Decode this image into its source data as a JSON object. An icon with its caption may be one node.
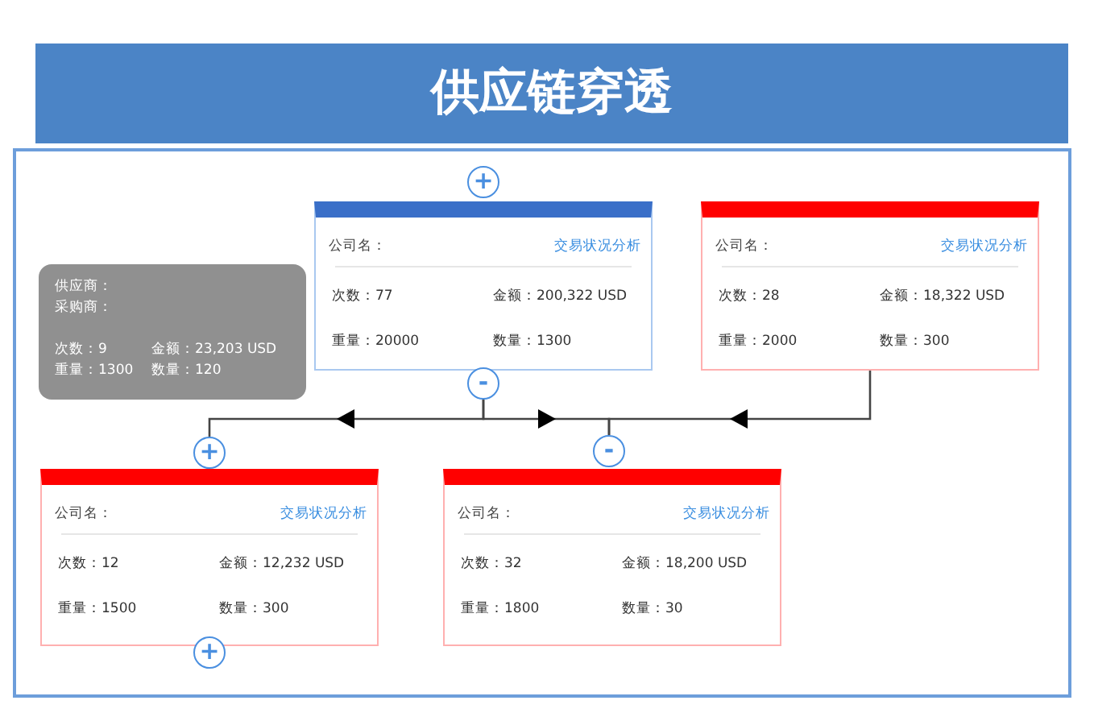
{
  "diagram": {
    "title": "供应链穿透",
    "nodes": [
      {
        "text": [
          "+"
        ]
      },
      {
        "text": [
          "公司名：",
          "交易状况分析",
          "次数：77",
          "金额：200,322 USD",
          "重量：20000",
          "数量：1300"
        ]
      },
      {
        "text": [
          "公司名：",
          "交易状况分析",
          "次数：28",
          "金额：18,322 USD",
          "重量：2000",
          "数量：300"
        ]
      },
      {
        "text": [
          "供应商：",
          "采购商：",
          "次数：9",
          "金额：23,203 USD",
          "重量：1300",
          "数量：120"
        ]
      },
      {
        "text": [
          "-"
        ]
      },
      {
        "text": [
          "+"
        ]
      },
      {
        "text": [
          "-"
        ]
      },
      {
        "text": [
          "公司名：",
          "交易状况分析",
          "次数：12",
          "金额：12,232 USD",
          "重量：1500",
          "数量：300"
        ]
      },
      {
        "text": [
          "公司名：",
          "交易状况分析",
          "次数：32",
          "金额：18,200 USD",
          "重量：1800",
          "数量：30"
        ]
      },
      {
        "text": [
          "+"
        ]
      }
    ],
    "edges": [
      {
        "from": 4,
        "to": 5,
        "arrow": "to"
      },
      {
        "from": 4,
        "to": 6,
        "arrow": "to"
      },
      {
        "from": 2,
        "to": 6,
        "arrow": "to"
      }
    ]
  }
}
